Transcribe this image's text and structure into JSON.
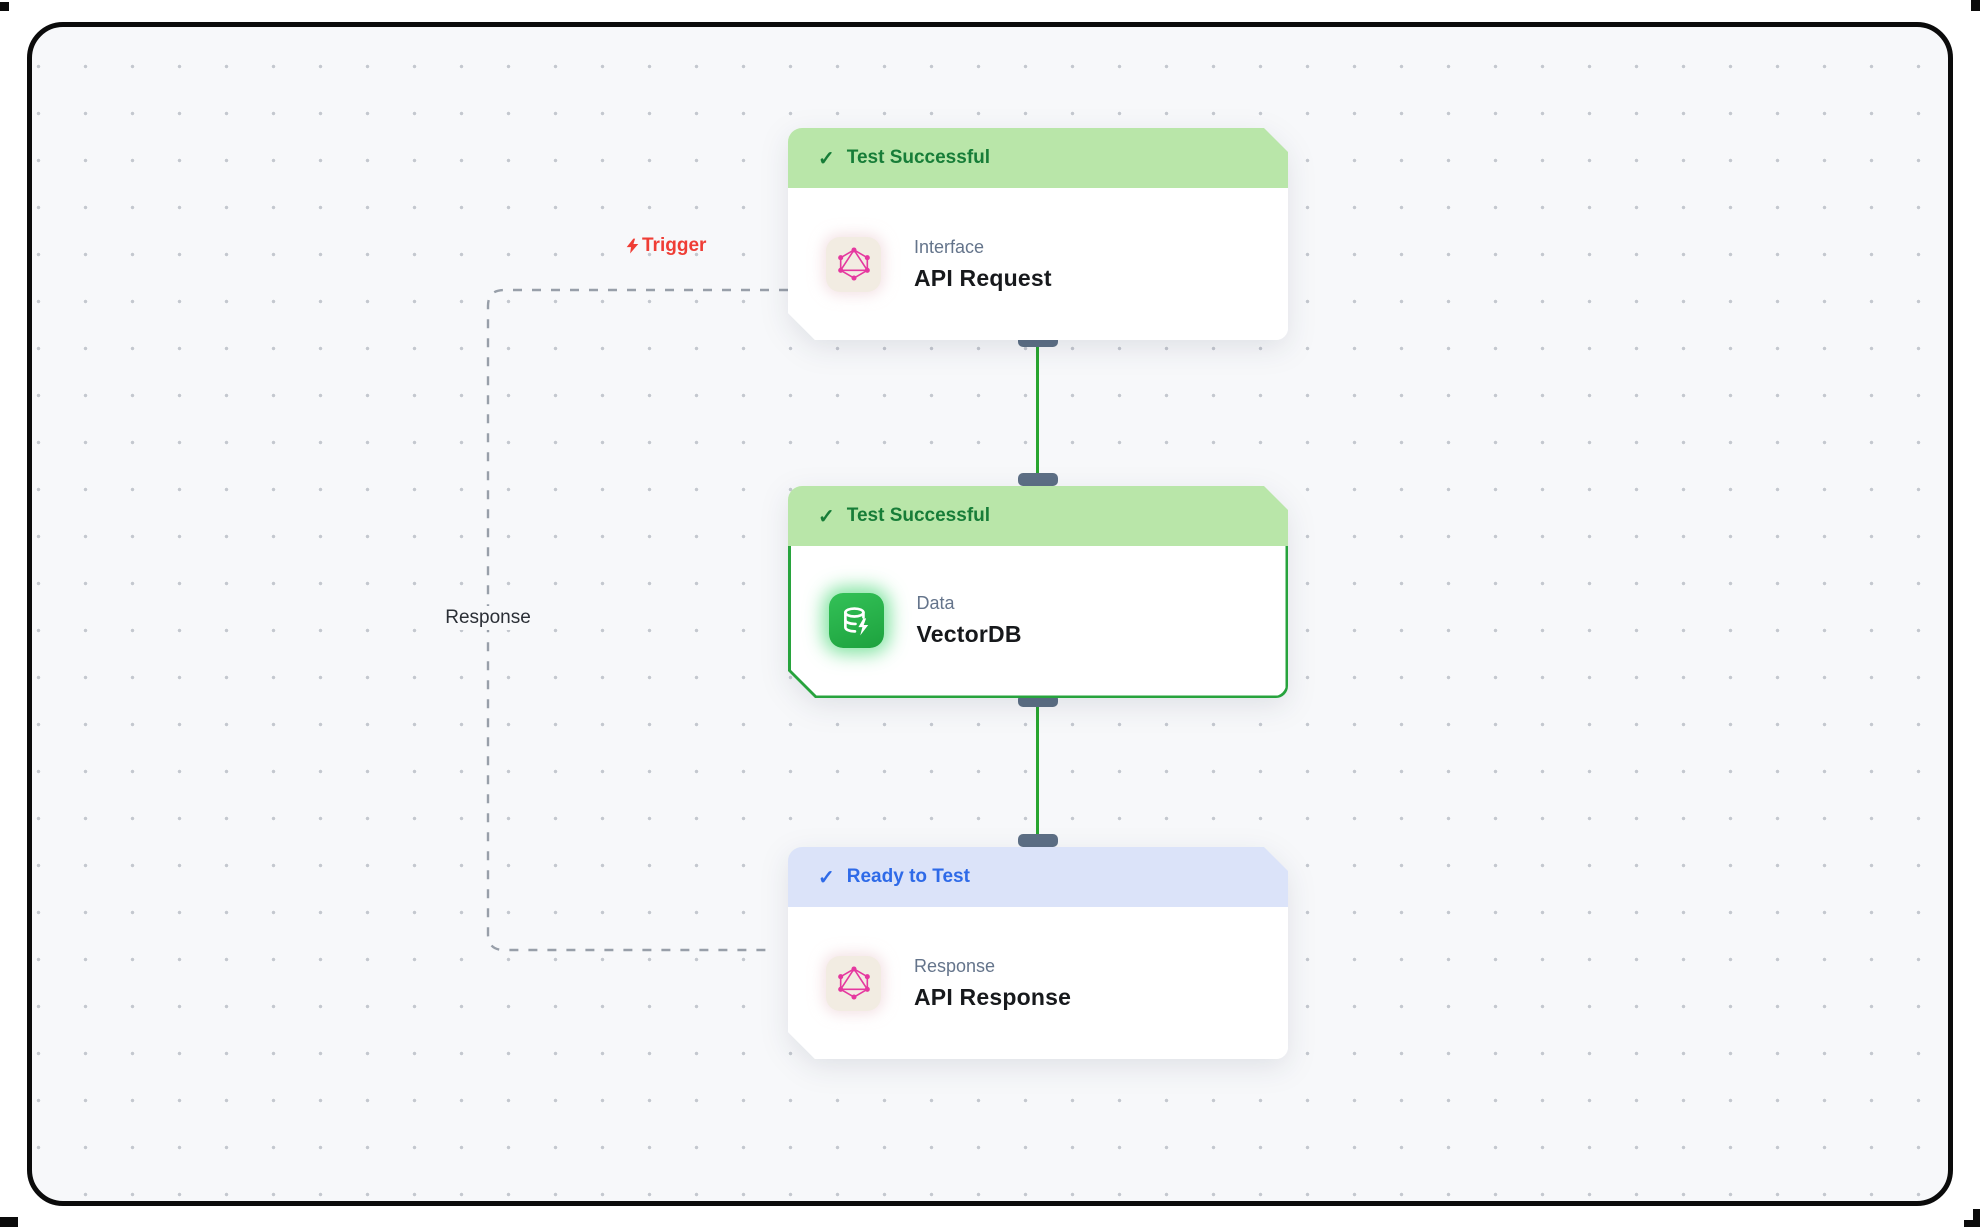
{
  "edges": {
    "trigger": {
      "label": "Trigger",
      "color": "#ef3d35"
    },
    "response": {
      "label": "Response"
    },
    "connector_color": "#28a52f"
  },
  "nodes": [
    {
      "status": "Test Successful",
      "check": "✓",
      "state": "success",
      "category": "Interface",
      "title": "API Request",
      "icon": "graphql-icon"
    },
    {
      "status": "Test Successful",
      "check": "✓",
      "state": "success",
      "category": "Data",
      "title": "VectorDB",
      "icon": "vector-database-icon",
      "selected": true
    },
    {
      "status": "Ready to Test",
      "check": "✓",
      "state": "ready",
      "category": "Response",
      "title": "API Response",
      "icon": "graphql-icon"
    }
  ],
  "colors": {
    "success_header_bg": "#b9e6a9",
    "success_header_text": "#177d38",
    "ready_header_bg": "#dbe3f9",
    "ready_header_text": "#2e6ae8",
    "selected_border": "#27a33d",
    "handle": "#5d6f85",
    "canvas_bg": "#f7f8fa",
    "graphql_pink": "#e5389f"
  }
}
